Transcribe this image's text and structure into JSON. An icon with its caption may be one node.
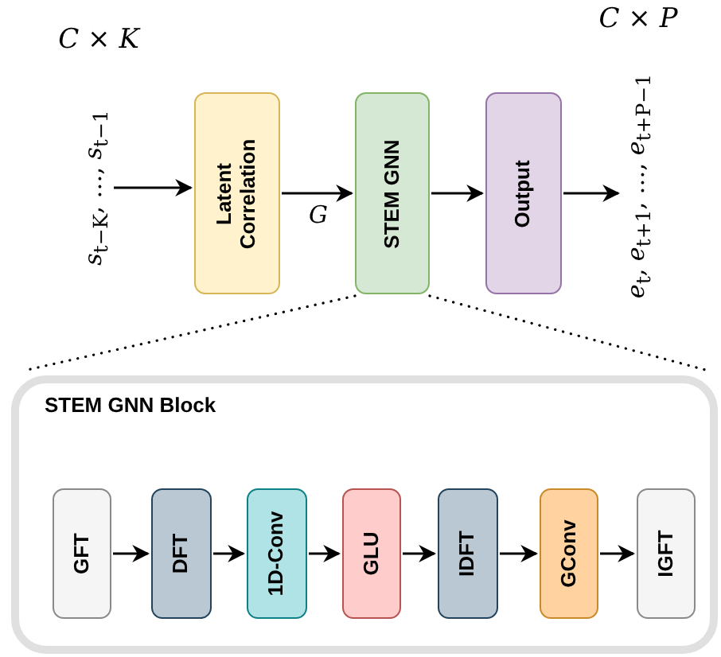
{
  "diagram": {
    "nodes": [
      {
        "text": [
          "*s*$_{t−K}$, …, *s*$_{t−1}$"
        ],
        "beside": [
          "*C* × *K*"
        ]
      },
      {
        "text": [
          "Latent Correlation"
        ]
      },
      {
        "text": [
          "STEM GNN"
        ]
      },
      {
        "text": [
          "Output"
        ]
      },
      {
        "text": [
          "*e*$_{t}$, *e*$_{t+1}$, …, *e*$_{t+P−1}$"
        ],
        "beside": [
          "*C* × *P*"
        ]
      },
      {
        "text": [
          "STEM GNN Block"
        ]
      },
      {
        "text": [
          "GFT"
        ],
        "in": 5
      },
      {
        "text": [
          "DFT"
        ],
        "in": 5
      },
      {
        "text": [
          "1D-Conv"
        ],
        "in": 5
      },
      {
        "text": [
          "GLU"
        ],
        "in": 5
      },
      {
        "text": [
          "IDFT"
        ],
        "in": 5
      },
      {
        "text": [
          "GConv"
        ],
        "in": 5
      },
      {
        "text": [
          "IGFT"
        ],
        "in": 5
      }
    ],
    "edges": [
      {
        "from": 0,
        "to": 1,
        "arrow": "to"
      },
      {
        "from": 1,
        "to": 2,
        "arrow": "to",
        "label": "*G*"
      },
      {
        "from": 2,
        "to": 3,
        "arrow": "to"
      },
      {
        "from": 3,
        "to": 4,
        "arrow": "to"
      },
      {
        "from": 2,
        "to": 5,
        "arrow": "none",
        "style": "dashed"
      },
      {
        "from": 2,
        "to": 5,
        "arrow": "none",
        "style": "dashed"
      },
      {
        "from": 6,
        "to": 7,
        "arrow": "to"
      },
      {
        "from": 7,
        "to": 8,
        "arrow": "to"
      },
      {
        "from": 8,
        "to": 9,
        "arrow": "to"
      },
      {
        "from": 9,
        "to": 10,
        "arrow": "to"
      },
      {
        "from": 10,
        "to": 11,
        "arrow": "to"
      },
      {
        "from": 11,
        "to": 12,
        "arrow": "to"
      }
    ]
  }
}
